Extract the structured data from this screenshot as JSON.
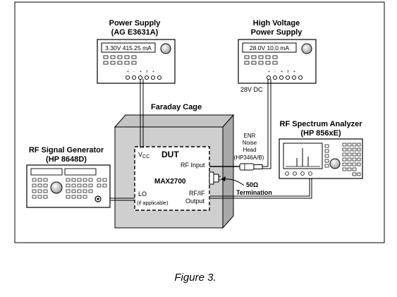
{
  "power_supply": {
    "title_1": "Power Supply",
    "title_2": "(AG E3631A)",
    "display": "3.30V  415.25 mA"
  },
  "hv_supply": {
    "title_1": "High Voltage",
    "title_2": "Power Supply",
    "display": "28.0V  10.0 mA",
    "output_label": "28V DC"
  },
  "faraday_cage": {
    "label": "Faraday Cage"
  },
  "dut": {
    "title": "DUT",
    "vcc_v": "V",
    "vcc_sub": "CC",
    "rf_input": "RF Input",
    "part": "MAX2700",
    "lo": "LO",
    "lo_note": "(if applicable)",
    "rfif_1": "RF/IF",
    "rfif_2": "Output"
  },
  "noise_head": {
    "line1": "ENR",
    "line2": "Noise",
    "line3": "Head",
    "line4": "(HP346A/B)"
  },
  "termination": {
    "value": "50Ω",
    "label": "Termination"
  },
  "signal_generator": {
    "title_1": "RF Signal Generator",
    "title_2": "(HP 8648D)"
  },
  "spectrum_analyzer": {
    "title_1": "RF Spectrum Analyzer",
    "title_2": "(HP 856xE)"
  },
  "caption": "Figure 3."
}
